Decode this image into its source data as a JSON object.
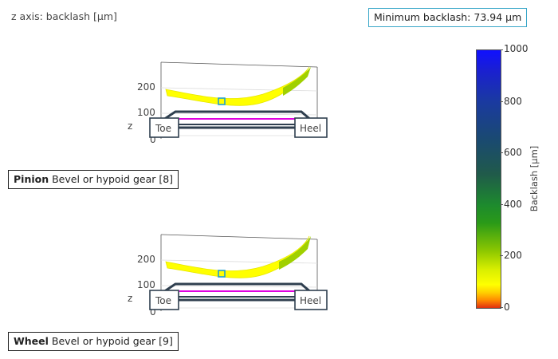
{
  "axis_title": "z axis: backlash [µm]",
  "min_backlash": "Minimum backlash: 73.94 µm",
  "plots": [
    {
      "tick_200": "200",
      "tick_100": "100",
      "tick_0": "0",
      "axis_letter": "z",
      "toe": "Toe",
      "heel": "Heel",
      "label_bold": "Pinion",
      "label_rest": " Bevel or hypoid gear [8]"
    },
    {
      "tick_200": "200",
      "tick_100": "100",
      "tick_0": "0",
      "axis_letter": "z",
      "toe": "Toe",
      "heel": "Heel",
      "label_bold": "Wheel",
      "label_rest": " Bevel or hypoid gear [9]"
    }
  ],
  "colorbar": {
    "title": "Backlash [µm]",
    "ticks": [
      "1000",
      "800",
      "600",
      "400",
      "200",
      "0"
    ],
    "colors": {
      "low": "#e03010",
      "mid_low": "#ffff00",
      "mid": "#2a9a18",
      "high": "#1010ff"
    }
  }
}
